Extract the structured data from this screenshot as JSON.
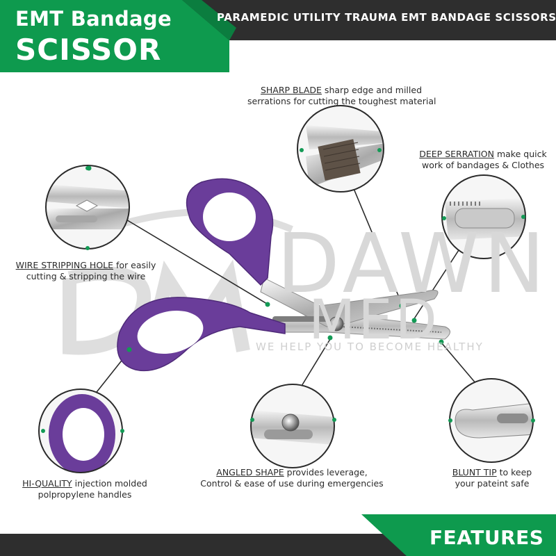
{
  "header": {
    "title_line1": "EMT Bandage",
    "title_line2": "SCISSOR",
    "banner": "PARAMEDIC UTILITY TRAUMA EMT BANDAGE SCISSORS"
  },
  "watermark": {
    "line1": "DAWN",
    "line2": "MED",
    "tagline": "WE HELP YOU TO BECOME HEALTHY"
  },
  "features": [
    {
      "id": "sharp-blade",
      "keyword": "SHARP BLADE",
      "rest": " sharp edge and milled",
      "line2": "serrations for cutting the toughest material"
    },
    {
      "id": "deep-serration",
      "keyword": "DEEP SERRATION",
      "rest": " make quick",
      "line2": "work of bandages & Clothes"
    },
    {
      "id": "wire-stripping",
      "keyword": "WIRE STRIPPING HOLE",
      "rest": " for easily",
      "line2": "cutting & stripping the wire"
    },
    {
      "id": "hi-quality",
      "keyword": "HI-QUALITY",
      "rest": " injection molded",
      "line2": "polpropylene handles"
    },
    {
      "id": "angled-shape",
      "keyword": "ANGLED SHAPE",
      "rest": " provides leverage,",
      "line2": "Control & ease of use during emergencies"
    },
    {
      "id": "blunt-tip",
      "keyword": "BLUNT TIP",
      "rest": " to keep",
      "line2": "your pateint safe"
    }
  ],
  "footer": {
    "label": "FEATURES"
  },
  "colors": {
    "green": "#0e9a4e",
    "dark": "#2e2e2e",
    "purple": "#6a3d9a",
    "dot": "#139a55"
  }
}
